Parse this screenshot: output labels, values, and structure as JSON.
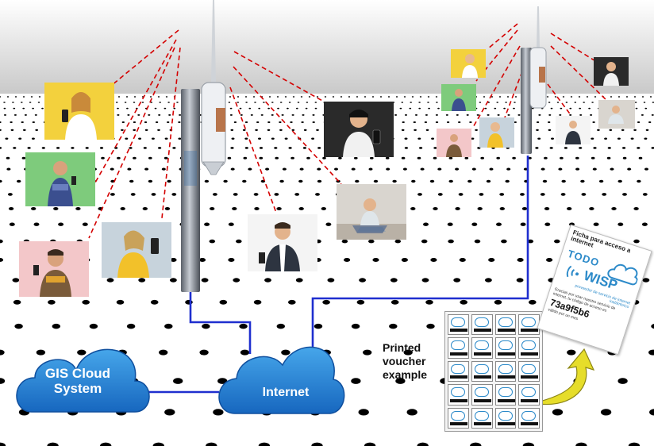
{
  "diagram": {
    "nodes": {
      "gis_cloud": "GIS Cloud System",
      "internet": "Internet"
    },
    "voucher_sheet_caption": [
      "Printed",
      "voucher",
      "example"
    ],
    "voucher_ticket": {
      "title": "Ficha para acceso a internet",
      "brand_top": "TODO",
      "brand_bottom": "WISP",
      "provider": "proveedor de servicio de internet inalámbrico",
      "thanks": "Gracias por usar nuestro servicio de internet, tu código de acceso es",
      "code": "73a9f5b6",
      "valid": "válido por un mes"
    },
    "icons": [
      "access-point-antenna-icon",
      "cloud-icon",
      "wifi-icon",
      "voucher-arrow-icon"
    ],
    "colors": {
      "link": "#1f2fcf",
      "wireless": "#d40000",
      "cloud": "#1f7fd4",
      "arrow": "#e6dd2a"
    }
  }
}
